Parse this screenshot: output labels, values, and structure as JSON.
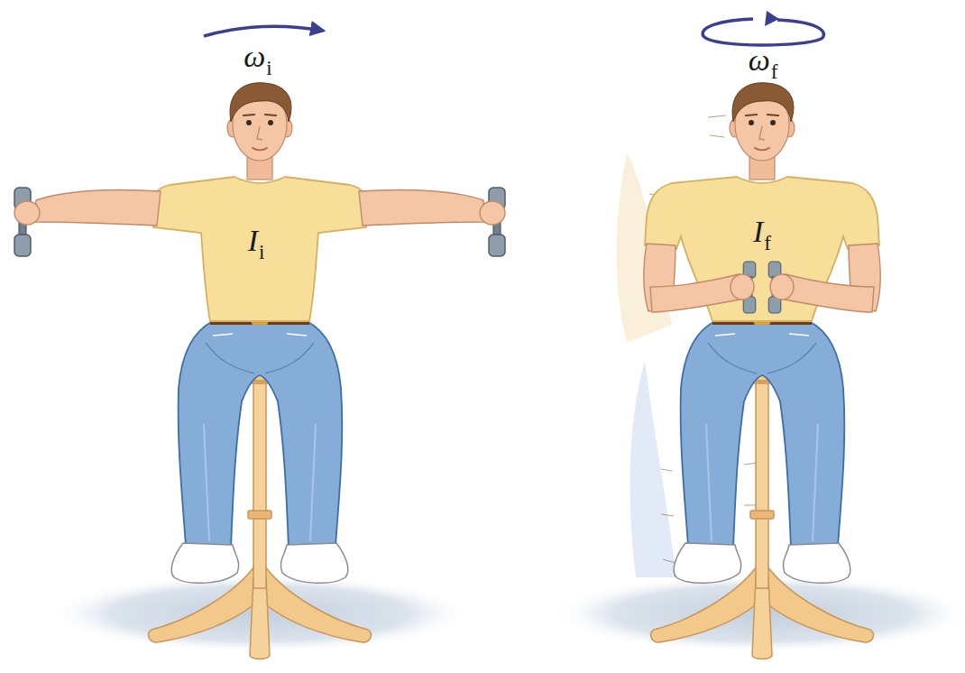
{
  "diagram": {
    "labels": [
      "ωi",
      "Ii",
      "ωf",
      "If"
    ]
  }
}
